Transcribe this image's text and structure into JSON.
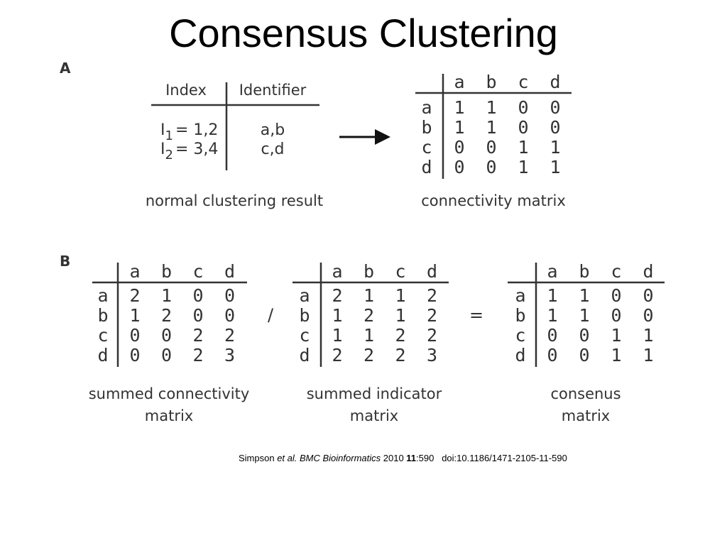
{
  "title": "Consensus Clustering",
  "panel_a": {
    "letter": "A",
    "index_table": {
      "headers": [
        "Index",
        "Identifier"
      ],
      "rows": [
        {
          "index_prefix": "I",
          "index_sub": "1",
          "index_suffix": "= 1,2",
          "identifier": "a,b"
        },
        {
          "index_prefix": "I",
          "index_sub": "2",
          "index_suffix": "= 3,4",
          "identifier": "c,d"
        }
      ],
      "caption": "normal clustering result"
    },
    "connectivity": {
      "cols": [
        "a",
        "b",
        "c",
        "d"
      ],
      "rows": [
        "a",
        "b",
        "c",
        "d"
      ],
      "values": [
        [
          "1",
          "1",
          "0",
          "0"
        ],
        [
          "1",
          "1",
          "0",
          "0"
        ],
        [
          "0",
          "0",
          "1",
          "1"
        ],
        [
          "0",
          "0",
          "1",
          "1"
        ]
      ],
      "caption": "connectivity matrix"
    }
  },
  "panel_b": {
    "letter": "B",
    "divide_symbol": "/",
    "equals_symbol": "=",
    "summed_connectivity": {
      "cols": [
        "a",
        "b",
        "c",
        "d"
      ],
      "rows": [
        "a",
        "b",
        "c",
        "d"
      ],
      "values": [
        [
          "2",
          "1",
          "0",
          "0"
        ],
        [
          "1",
          "2",
          "0",
          "0"
        ],
        [
          "0",
          "0",
          "2",
          "2"
        ],
        [
          "0",
          "0",
          "2",
          "3"
        ]
      ],
      "caption_line1": "summed connectivity",
      "caption_line2": "matrix"
    },
    "summed_indicator": {
      "cols": [
        "a",
        "b",
        "c",
        "d"
      ],
      "rows": [
        "a",
        "b",
        "c",
        "d"
      ],
      "values": [
        [
          "2",
          "1",
          "1",
          "2"
        ],
        [
          "1",
          "2",
          "1",
          "2"
        ],
        [
          "1",
          "1",
          "2",
          "2"
        ],
        [
          "2",
          "2",
          "2",
          "3"
        ]
      ],
      "caption_line1": "summed indicator",
      "caption_line2": "matrix"
    },
    "consensus": {
      "cols": [
        "a",
        "b",
        "c",
        "d"
      ],
      "rows": [
        "a",
        "b",
        "c",
        "d"
      ],
      "values": [
        [
          "1",
          "1",
          "0",
          "0"
        ],
        [
          "1",
          "1",
          "0",
          "0"
        ],
        [
          "0",
          "0",
          "1",
          "1"
        ],
        [
          "0",
          "0",
          "1",
          "1"
        ]
      ],
      "caption_line1": "consenus",
      "caption_line2": "matrix"
    }
  },
  "citation": {
    "author": "Simpson ",
    "etal": "et al.",
    "journal": " BMC Bioinformatics",
    "year": " 2010 ",
    "volume": "11",
    "pages": ":590",
    "doi": "   doi:10.1186/1471-2105-11-590"
  }
}
